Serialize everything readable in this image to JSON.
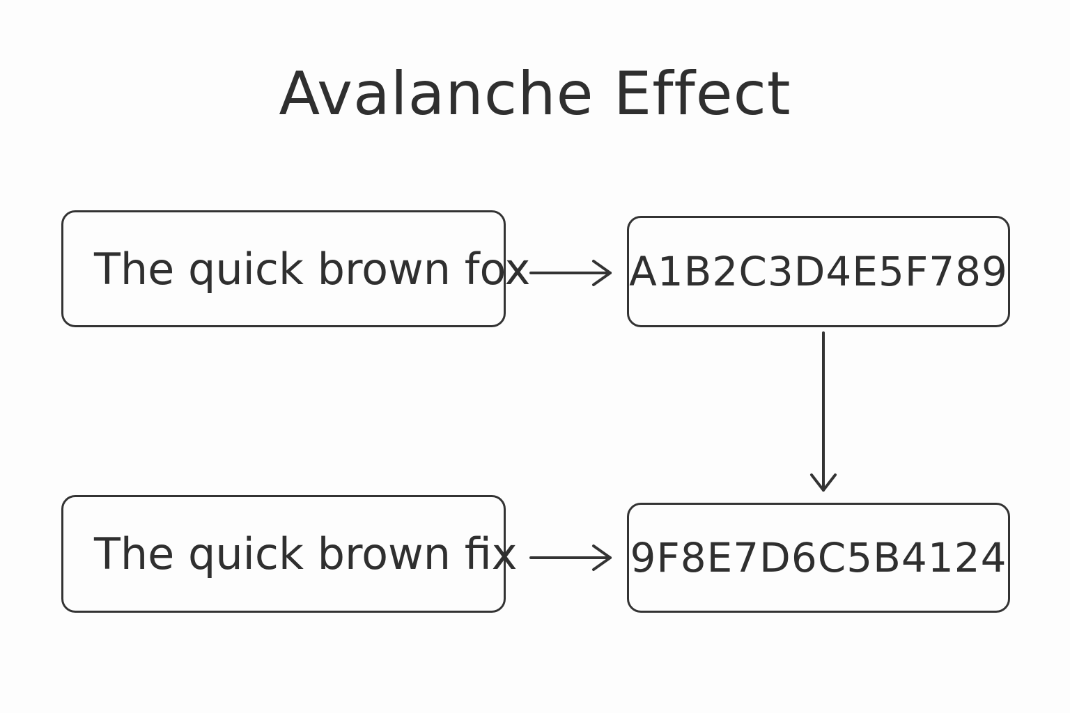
{
  "title": "Avalanche Effect",
  "inputs": [
    {
      "text": "The quick brown fox"
    },
    {
      "text": "The quick brown fix"
    }
  ],
  "hashes": [
    {
      "text": "A1B2C3D4E5F789"
    },
    {
      "text": "9F8E7D6C5B4124"
    }
  ],
  "colors": {
    "stroke": "#333333",
    "text": "#2f2f2f",
    "background": "#fdfdfd"
  }
}
